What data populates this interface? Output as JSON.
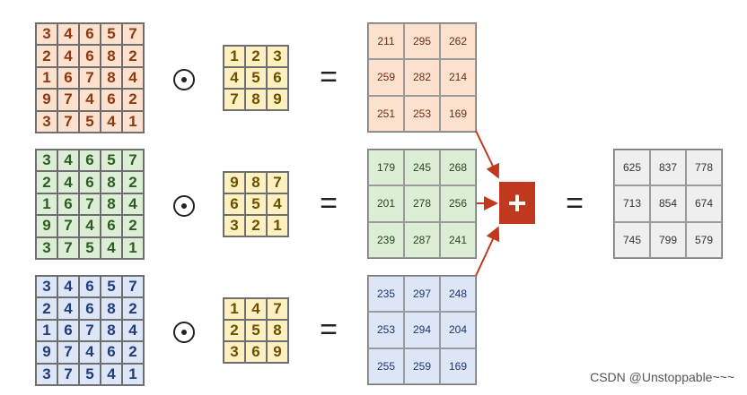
{
  "inputs": [
    {
      "id": "orange",
      "cells": [
        "3",
        "4",
        "6",
        "5",
        "7",
        "2",
        "4",
        "6",
        "8",
        "2",
        "1",
        "6",
        "7",
        "8",
        "4",
        "9",
        "7",
        "4",
        "6",
        "2",
        "3",
        "7",
        "5",
        "4",
        "1"
      ]
    },
    {
      "id": "green",
      "cells": [
        "3",
        "4",
        "6",
        "5",
        "7",
        "2",
        "4",
        "6",
        "8",
        "2",
        "1",
        "6",
        "7",
        "8",
        "4",
        "9",
        "7",
        "4",
        "6",
        "2",
        "3",
        "7",
        "5",
        "4",
        "1"
      ]
    },
    {
      "id": "blue",
      "cells": [
        "3",
        "4",
        "6",
        "5",
        "7",
        "2",
        "4",
        "6",
        "8",
        "2",
        "1",
        "6",
        "7",
        "8",
        "4",
        "9",
        "7",
        "4",
        "6",
        "2",
        "3",
        "7",
        "5",
        "4",
        "1"
      ]
    }
  ],
  "kernels": [
    {
      "cells": [
        "1",
        "2",
        "3",
        "4",
        "5",
        "6",
        "7",
        "8",
        "9"
      ]
    },
    {
      "cells": [
        "9",
        "8",
        "7",
        "6",
        "5",
        "4",
        "3",
        "2",
        "1"
      ]
    },
    {
      "cells": [
        "1",
        "4",
        "7",
        "2",
        "5",
        "8",
        "3",
        "6",
        "9"
      ]
    }
  ],
  "outputs": [
    {
      "id": "orange",
      "cells": [
        "211",
        "295",
        "262",
        "259",
        "282",
        "214",
        "251",
        "253",
        "169"
      ]
    },
    {
      "id": "green",
      "cells": [
        "179",
        "245",
        "268",
        "201",
        "278",
        "256",
        "239",
        "287",
        "241"
      ]
    },
    {
      "id": "blue",
      "cells": [
        "235",
        "297",
        "248",
        "253",
        "294",
        "204",
        "255",
        "259",
        "169"
      ]
    }
  ],
  "sum": {
    "cells": [
      "625",
      "837",
      "778",
      "713",
      "854",
      "674",
      "745",
      "799",
      "579"
    ]
  },
  "operators": {
    "equals": "=",
    "plus": "+"
  },
  "colors": {
    "orange": "#fde1cf",
    "green": "#dcefd6",
    "blue": "#dde6f7",
    "kernel": "#fdf1c2",
    "plus": "#c0391e",
    "sum": "#efefef"
  },
  "watermark": "CSDN @Unstoppable~~~"
}
